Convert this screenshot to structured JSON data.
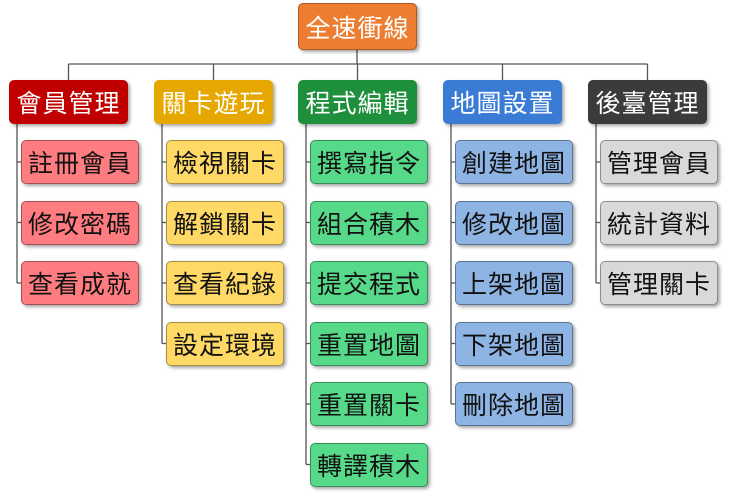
{
  "root": "全速衝線",
  "categories": [
    {
      "title": "會員管理",
      "color": "#c00000",
      "item_color": "#ff7c80",
      "items": [
        "註冊會員",
        "修改密碼",
        "查看成就"
      ]
    },
    {
      "title": "關卡遊玩",
      "color": "#e6a800",
      "item_color": "#ffd966",
      "items": [
        "檢視關卡",
        "解鎖關卡",
        "查看紀錄",
        "設定環境"
      ]
    },
    {
      "title": "程式編輯",
      "color": "#1e8f3a",
      "item_color": "#57d98a",
      "items": [
        "撰寫指令",
        "組合積木",
        "提交程式",
        "重置地圖",
        "重置關卡",
        "轉譯積木"
      ]
    },
    {
      "title": "地圖設置",
      "color": "#3a7bd5",
      "item_color": "#8eb4e3",
      "items": [
        "創建地圖",
        "修改地圖",
        "上架地圖",
        "下架地圖",
        "刪除地圖"
      ]
    },
    {
      "title": "後臺管理",
      "color": "#3b3b3b",
      "item_color": "#d9d9d9",
      "items": [
        "管理會員",
        "統計資料",
        "管理關卡"
      ]
    }
  ]
}
